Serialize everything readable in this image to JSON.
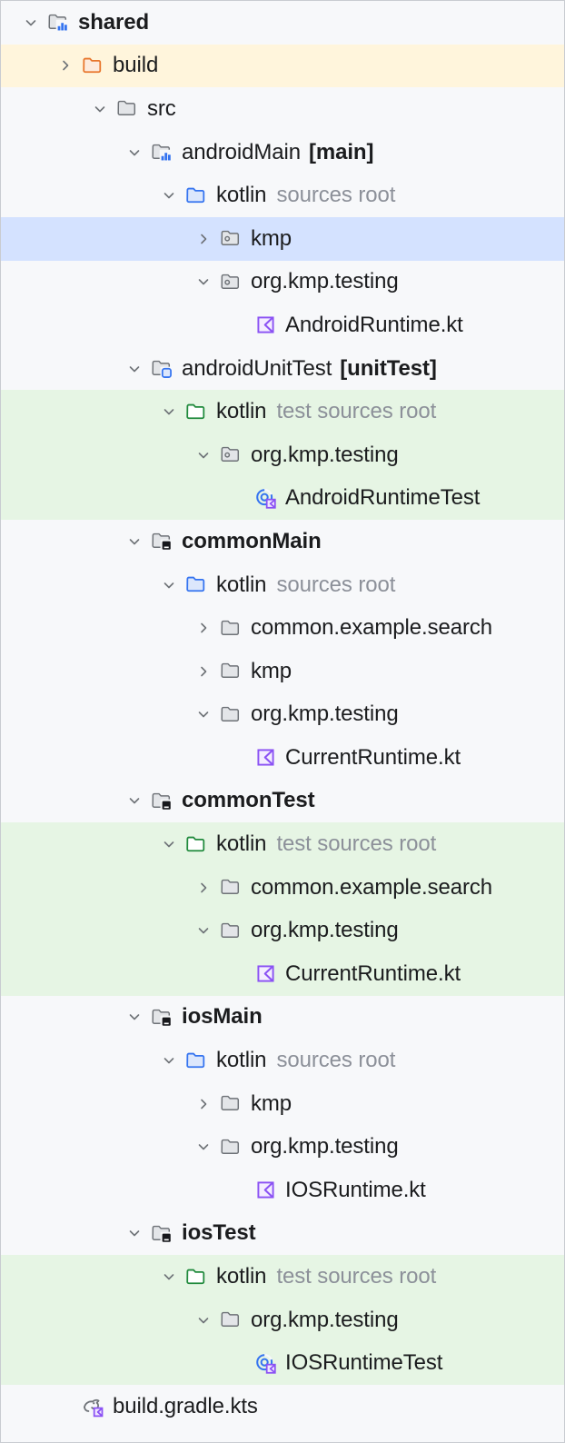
{
  "panel": {
    "name": "project-tool-window-tree",
    "background": "#F7F8FA",
    "selected_row_color": "#D4E2FF",
    "test_sources_row_color": "#E6F5E4",
    "excluded_row_color": "#FFF5DC",
    "text_color": "#1B1C1E",
    "muted_text_color": "#8C9099",
    "kotlin_accent": "#8B52F4",
    "module_badge_color": "#3574F0",
    "excluded_folder_color": "#E8762C",
    "test_folder_color": "#208A3C"
  },
  "tree": [
    {
      "label": "shared",
      "tag": "",
      "depth": 0,
      "icon": "module-folder-icon",
      "arrow": "expanded",
      "bold": true,
      "state": "normal"
    },
    {
      "label": "build",
      "tag": "",
      "depth": 1,
      "icon": "excluded-folder-icon",
      "arrow": "collapsed",
      "bold": false,
      "state": "excluded"
    },
    {
      "label": "src",
      "tag": "",
      "depth": 2,
      "icon": "folder-icon",
      "arrow": "expanded",
      "bold": false,
      "state": "normal"
    },
    {
      "label": "androidMain",
      "tag": "[main]",
      "depth": 3,
      "icon": "module-folder-icon",
      "arrow": "expanded",
      "bold": false,
      "state": "normal"
    },
    {
      "label": "kotlin",
      "tag": "sources root",
      "depth": 4,
      "icon": "sources-root-folder-icon",
      "arrow": "expanded",
      "bold": false,
      "state": "normal"
    },
    {
      "label": "kmp",
      "tag": "",
      "depth": 5,
      "icon": "package-folder-icon",
      "arrow": "collapsed",
      "bold": false,
      "state": "selected"
    },
    {
      "label": "org.kmp.testing",
      "tag": "",
      "depth": 5,
      "icon": "package-folder-icon",
      "arrow": "expanded",
      "bold": false,
      "state": "normal"
    },
    {
      "label": "AndroidRuntime.kt",
      "tag": "",
      "depth": 6,
      "icon": "kotlin-file-icon",
      "arrow": "none",
      "bold": false,
      "state": "normal"
    },
    {
      "label": "androidUnitTest",
      "tag": "[unitTest]",
      "depth": 3,
      "icon": "test-module-folder-icon",
      "arrow": "expanded",
      "bold": false,
      "state": "normal"
    },
    {
      "label": "kotlin",
      "tag": "test sources root",
      "depth": 4,
      "icon": "test-sources-folder-icon",
      "arrow": "expanded",
      "bold": false,
      "state": "test"
    },
    {
      "label": "org.kmp.testing",
      "tag": "",
      "depth": 5,
      "icon": "package-folder-icon",
      "arrow": "expanded",
      "bold": false,
      "state": "test"
    },
    {
      "label": "AndroidRuntimeTest",
      "tag": "",
      "depth": 6,
      "icon": "kotlin-class-icon",
      "arrow": "none",
      "bold": false,
      "state": "test"
    },
    {
      "label": "commonMain",
      "tag": "",
      "depth": 3,
      "icon": "common-module-folder-icon",
      "arrow": "expanded",
      "bold": true,
      "state": "normal"
    },
    {
      "label": "kotlin",
      "tag": "sources root",
      "depth": 4,
      "icon": "sources-root-folder-icon",
      "arrow": "expanded",
      "bold": false,
      "state": "normal"
    },
    {
      "label": "common.example.search",
      "tag": "",
      "depth": 5,
      "icon": "folder-icon",
      "arrow": "collapsed",
      "bold": false,
      "state": "normal"
    },
    {
      "label": "kmp",
      "tag": "",
      "depth": 5,
      "icon": "folder-icon",
      "arrow": "collapsed",
      "bold": false,
      "state": "normal"
    },
    {
      "label": "org.kmp.testing",
      "tag": "",
      "depth": 5,
      "icon": "folder-icon",
      "arrow": "expanded",
      "bold": false,
      "state": "normal"
    },
    {
      "label": "CurrentRuntime.kt",
      "tag": "",
      "depth": 6,
      "icon": "kotlin-file-icon",
      "arrow": "none",
      "bold": false,
      "state": "normal"
    },
    {
      "label": "commonTest",
      "tag": "",
      "depth": 3,
      "icon": "common-module-folder-icon",
      "arrow": "expanded",
      "bold": true,
      "state": "normal"
    },
    {
      "label": "kotlin",
      "tag": "test sources root",
      "depth": 4,
      "icon": "test-sources-folder-icon",
      "arrow": "expanded",
      "bold": false,
      "state": "test"
    },
    {
      "label": "common.example.search",
      "tag": "",
      "depth": 5,
      "icon": "folder-icon",
      "arrow": "collapsed",
      "bold": false,
      "state": "test"
    },
    {
      "label": "org.kmp.testing",
      "tag": "",
      "depth": 5,
      "icon": "folder-icon",
      "arrow": "expanded",
      "bold": false,
      "state": "test"
    },
    {
      "label": "CurrentRuntime.kt",
      "tag": "",
      "depth": 6,
      "icon": "kotlin-file-icon",
      "arrow": "none",
      "bold": false,
      "state": "test"
    },
    {
      "label": "iosMain",
      "tag": "",
      "depth": 3,
      "icon": "common-module-folder-icon",
      "arrow": "expanded",
      "bold": true,
      "state": "normal"
    },
    {
      "label": "kotlin",
      "tag": "sources root",
      "depth": 4,
      "icon": "sources-root-folder-icon",
      "arrow": "expanded",
      "bold": false,
      "state": "normal"
    },
    {
      "label": "kmp",
      "tag": "",
      "depth": 5,
      "icon": "folder-icon",
      "arrow": "collapsed",
      "bold": false,
      "state": "normal"
    },
    {
      "label": "org.kmp.testing",
      "tag": "",
      "depth": 5,
      "icon": "folder-icon",
      "arrow": "expanded",
      "bold": false,
      "state": "normal"
    },
    {
      "label": "IOSRuntime.kt",
      "tag": "",
      "depth": 6,
      "icon": "kotlin-file-icon",
      "arrow": "none",
      "bold": false,
      "state": "normal"
    },
    {
      "label": "iosTest",
      "tag": "",
      "depth": 3,
      "icon": "common-module-folder-icon",
      "arrow": "expanded",
      "bold": true,
      "state": "normal"
    },
    {
      "label": "kotlin",
      "tag": "test sources root",
      "depth": 4,
      "icon": "test-sources-folder-icon",
      "arrow": "expanded",
      "bold": false,
      "state": "test"
    },
    {
      "label": "org.kmp.testing",
      "tag": "",
      "depth": 5,
      "icon": "folder-icon",
      "arrow": "expanded",
      "bold": false,
      "state": "test"
    },
    {
      "label": "IOSRuntimeTest",
      "tag": "",
      "depth": 6,
      "icon": "kotlin-class-icon",
      "arrow": "none",
      "bold": false,
      "state": "test"
    },
    {
      "label": "build.gradle.kts",
      "tag": "",
      "depth": 1,
      "icon": "gradle-kts-file-icon",
      "arrow": "none",
      "bold": false,
      "state": "normal"
    }
  ]
}
